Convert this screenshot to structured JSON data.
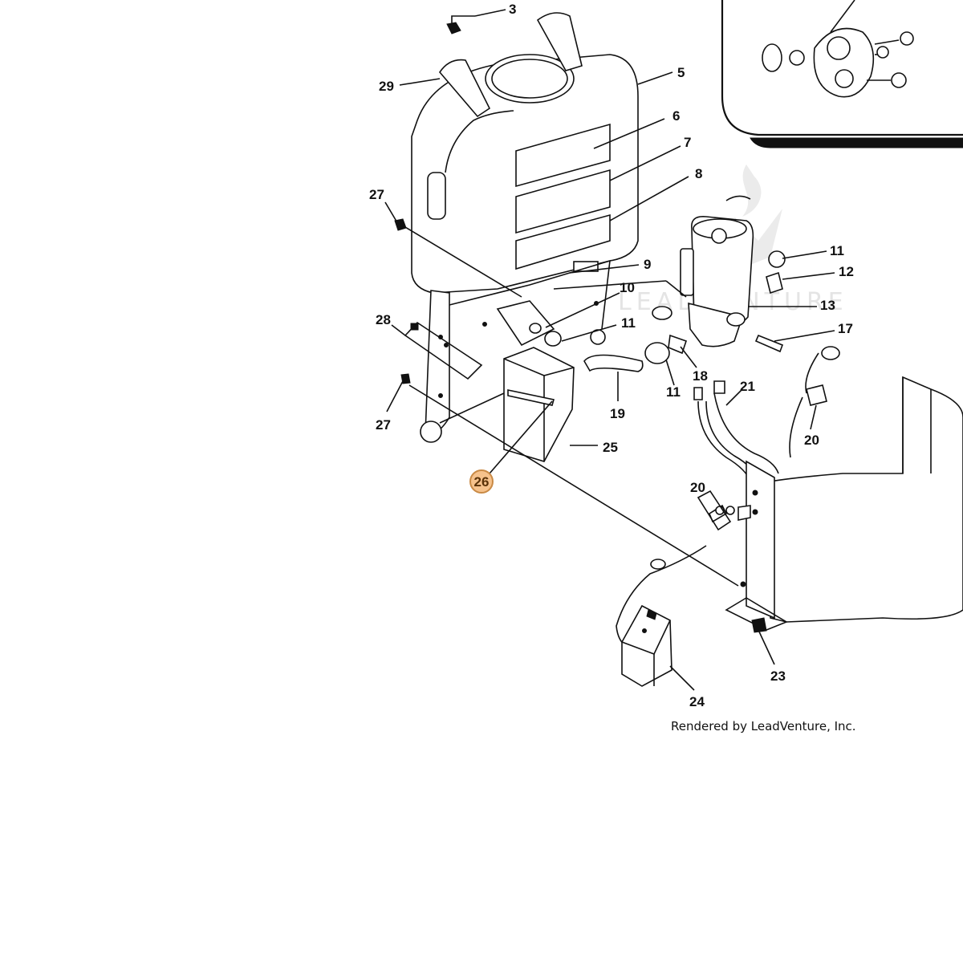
{
  "diagram": {
    "highlight_color": "#f6c28c",
    "highlight_stroke": "#c98a45",
    "labels": [
      {
        "id": "3",
        "text": "3"
      },
      {
        "id": "5",
        "text": "5"
      },
      {
        "id": "6",
        "text": "6"
      },
      {
        "id": "7",
        "text": "7"
      },
      {
        "id": "8",
        "text": "8"
      },
      {
        "id": "9",
        "text": "9"
      },
      {
        "id": "10",
        "text": "10"
      },
      {
        "id": "11a",
        "text": "11"
      },
      {
        "id": "11b",
        "text": "11"
      },
      {
        "id": "11c",
        "text": "11"
      },
      {
        "id": "12",
        "text": "12"
      },
      {
        "id": "13",
        "text": "13"
      },
      {
        "id": "17",
        "text": "17"
      },
      {
        "id": "18",
        "text": "18"
      },
      {
        "id": "19",
        "text": "19"
      },
      {
        "id": "20a",
        "text": "20"
      },
      {
        "id": "20b",
        "text": "20"
      },
      {
        "id": "21",
        "text": "21"
      },
      {
        "id": "23",
        "text": "23"
      },
      {
        "id": "24",
        "text": "24"
      },
      {
        "id": "25",
        "text": "25"
      },
      {
        "id": "27a",
        "text": "27"
      },
      {
        "id": "27b",
        "text": "27"
      },
      {
        "id": "28",
        "text": "28"
      },
      {
        "id": "29",
        "text": "29"
      }
    ],
    "highlighted_label": "26",
    "credit": "Rendered by LeadVenture, Inc.",
    "watermark": "LEADVENTURE"
  }
}
